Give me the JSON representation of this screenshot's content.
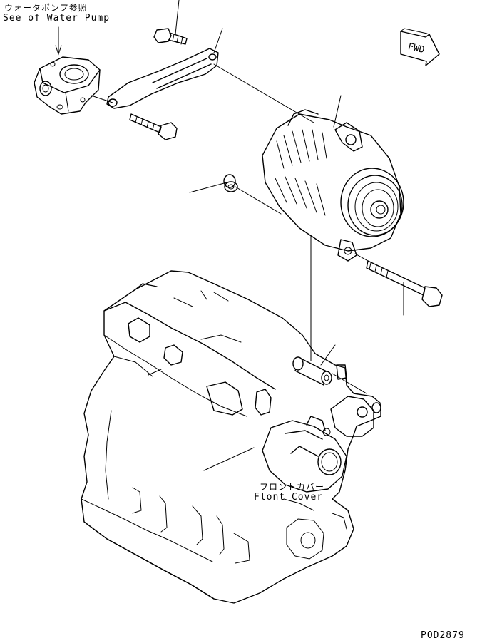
{
  "labels": {
    "water_pump_jp": "ウォータポンプ参照",
    "water_pump_en": "See of Water Pump",
    "front_cover_jp": "フロントカバー",
    "front_cover_en": "Flont Cover",
    "fwd_arrow": "FWD",
    "drawing_code": "POD2879"
  }
}
